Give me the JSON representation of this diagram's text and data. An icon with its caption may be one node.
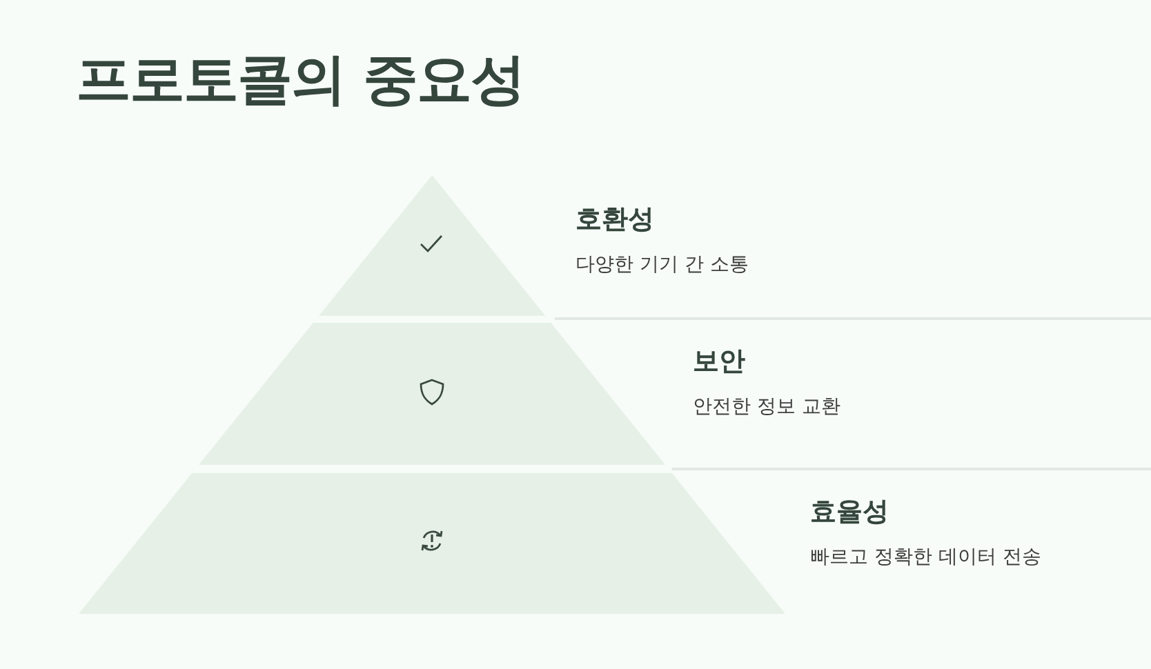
{
  "diagram": {
    "title": "프로토콜의 중요성",
    "nodes": [
      {
        "text": [
          "호환성",
          "다양한 기기 간 소통"
        ]
      },
      {
        "text": [
          "보안",
          "안전한 정보 교환"
        ]
      },
      {
        "text": [
          "효율성",
          "빠르고 정확한 데이터 전송"
        ]
      }
    ],
    "edges": []
  }
}
